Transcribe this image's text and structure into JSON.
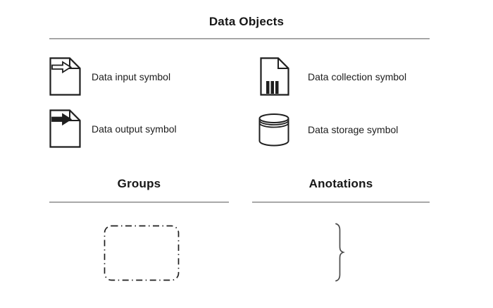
{
  "page": {
    "background": "#ffffff",
    "text_color": "#1f1f1f",
    "rule_color": "#999999",
    "stroke_color": "#1f1f1f"
  },
  "sections": {
    "data_objects": {
      "title": "Data Objects",
      "items": [
        {
          "icon": "data-input-icon",
          "label": "Data input symbol"
        },
        {
          "icon": "data-collection-icon",
          "label": "Data collection symbol"
        },
        {
          "icon": "data-output-icon",
          "label": "Data output symbol"
        },
        {
          "icon": "data-storage-icon",
          "label": "Data storage symbol"
        }
      ]
    },
    "groups": {
      "title": "Groups",
      "shape": "dash-dot-rounded-rectangle"
    },
    "annotations": {
      "title": "Anotations",
      "shape": "curly-brace"
    }
  }
}
